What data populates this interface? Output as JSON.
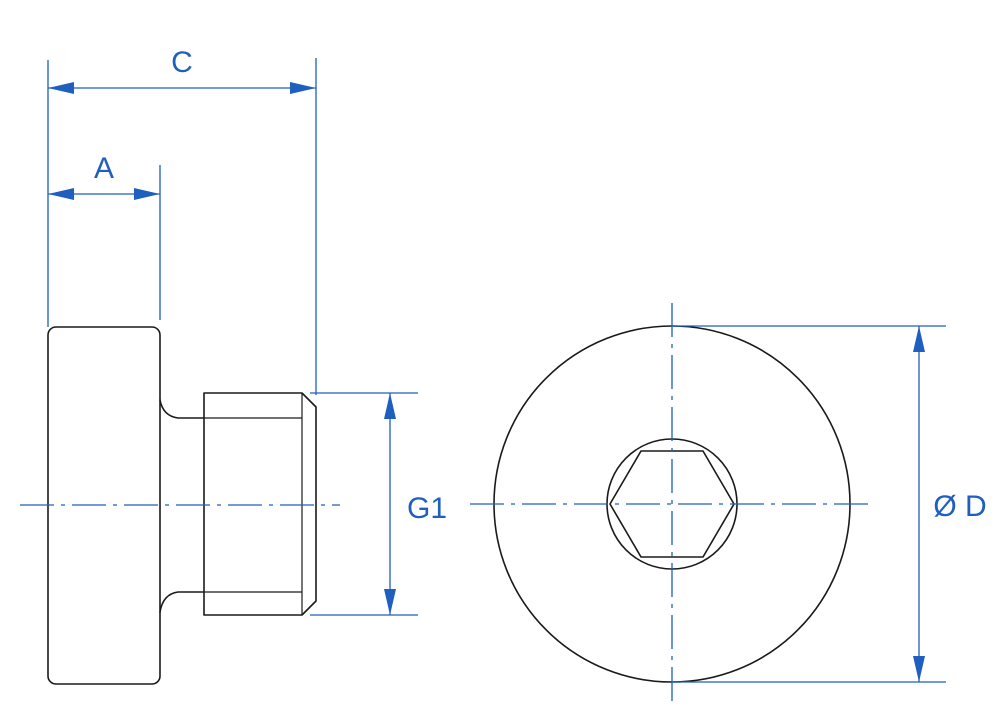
{
  "labels": {
    "c": "C",
    "a": "A",
    "g1": "G1",
    "d": "Ø D"
  },
  "colors": {
    "dimension": "#1f5fbf",
    "outline": "#1a1a1a",
    "background": "#ffffff"
  }
}
